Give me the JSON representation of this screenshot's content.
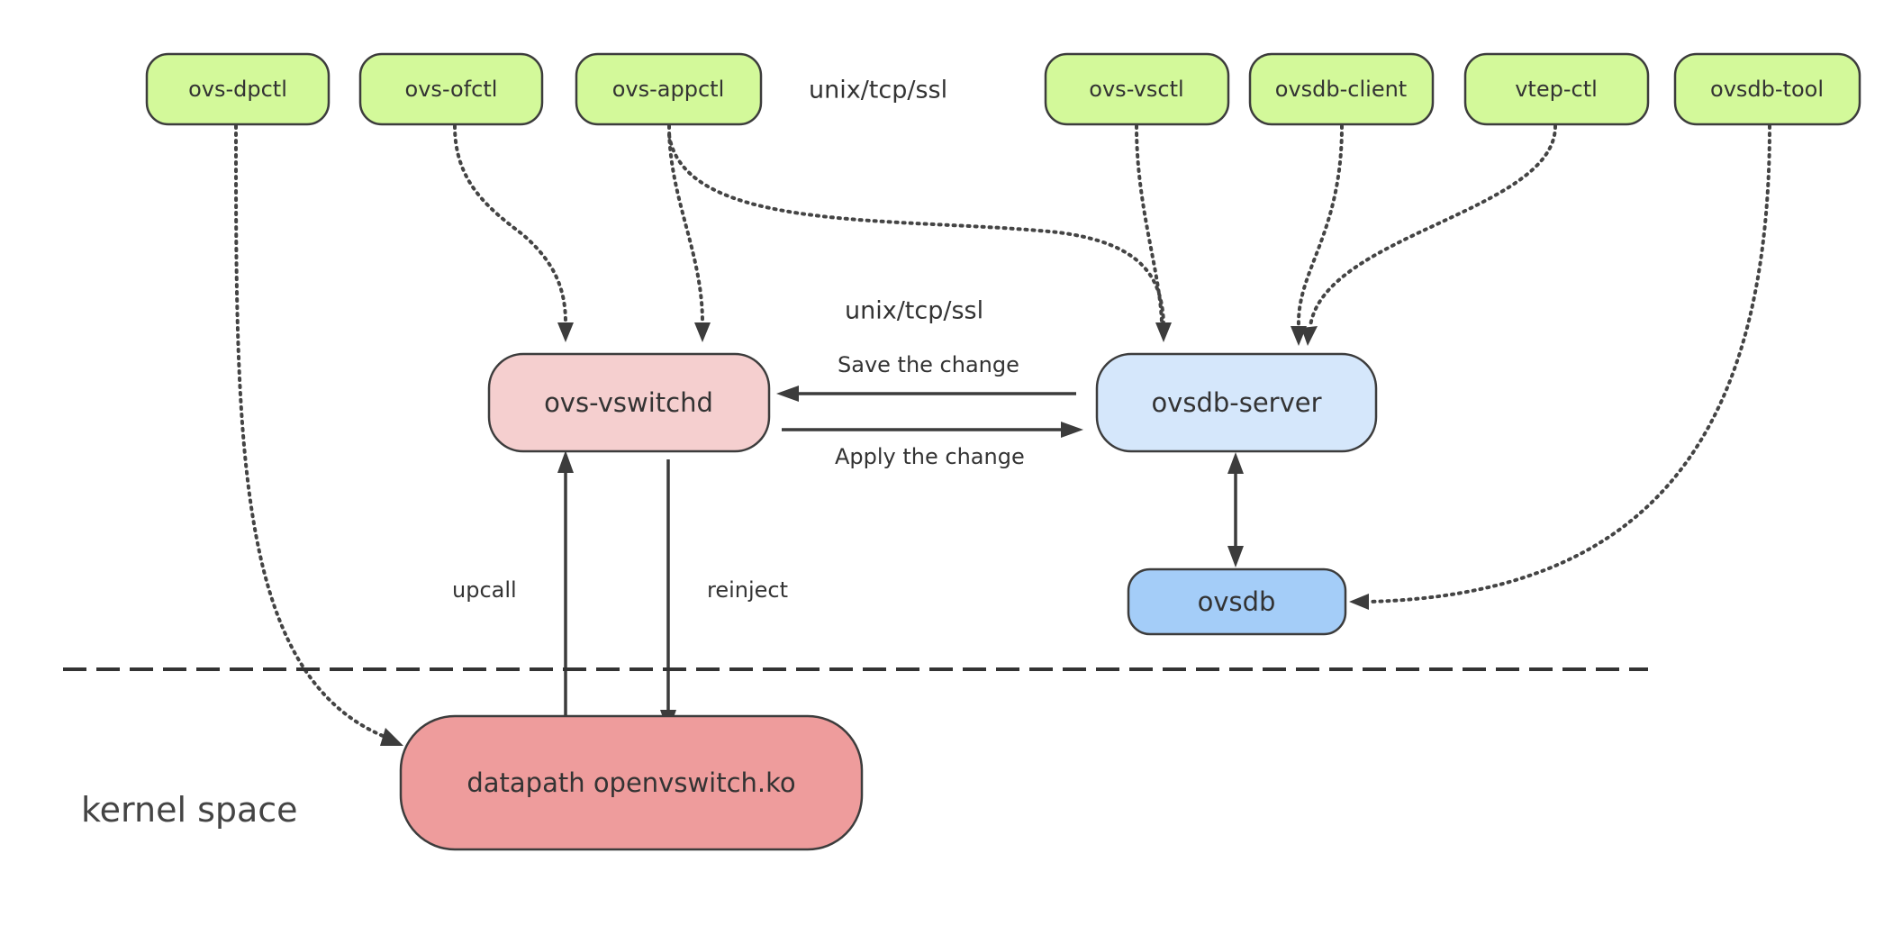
{
  "tools": {
    "dpctl": "ovs-dpctl",
    "ofctl": "ovs-ofctl",
    "appctl": "ovs-appctl",
    "vsctl": "ovs-vsctl",
    "client": "ovsdb-client",
    "vtep": "vtep-ctl",
    "tool": "ovsdb-tool"
  },
  "components": {
    "vswitchd": "ovs-vswitchd",
    "server": "ovsdb-server",
    "ovsdb": "ovsdb",
    "datapath": "datapath openvswitch.ko"
  },
  "labels": {
    "protocol_top": "unix/tcp/ssl",
    "protocol_mid": "unix/tcp/ssl",
    "save_change": "Save the change",
    "apply_change": "Apply the change",
    "upcall": "upcall",
    "reinject": "reinject",
    "kernel_space": "kernel space"
  },
  "colors": {
    "tool_fill": "#d3f99a",
    "vswitchd_fill": "#f5cfcf",
    "server_fill": "#d5e7fb",
    "ovsdb_fill": "#a4cdf8",
    "datapath_fill": "#ee9c9c"
  }
}
